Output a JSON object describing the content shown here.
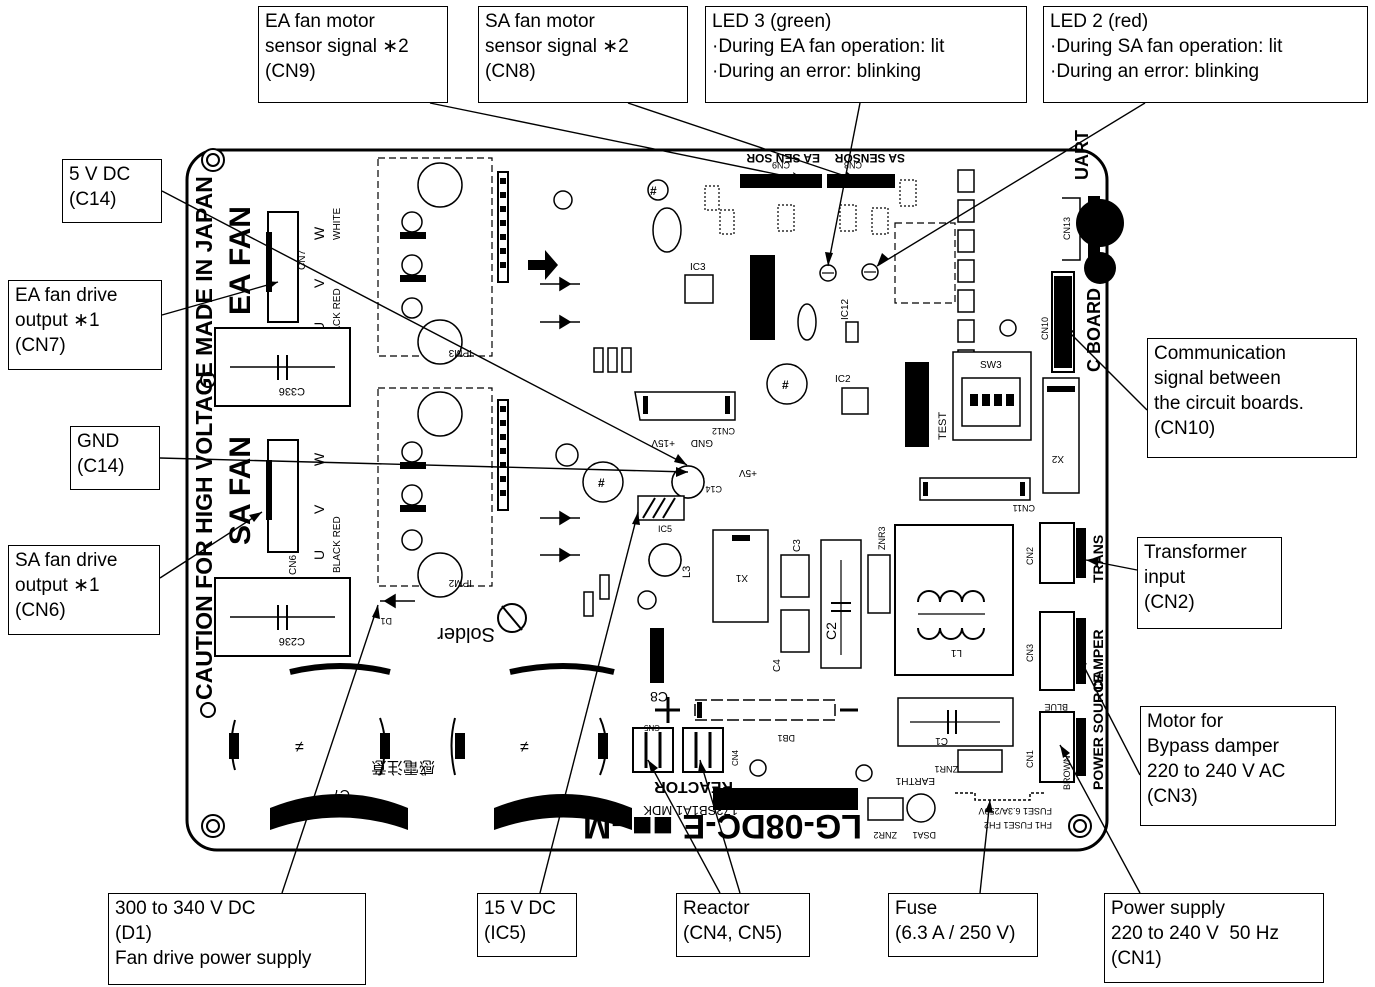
{
  "callouts": {
    "ea_sensor": [
      "EA fan motor",
      "sensor signal ∗2",
      "(CN9)"
    ],
    "sa_sensor": [
      "SA fan motor",
      "sensor signal ∗2",
      "(CN8)"
    ],
    "led3": [
      "LED 3 (green)",
      "·During EA fan operation: lit",
      "·During an error: blinking"
    ],
    "led2": [
      "LED 2 (red)",
      "·During SA fan operation: lit",
      "·During an error: blinking"
    ],
    "v5": [
      "5 V DC",
      "(C14)"
    ],
    "ea_drive": [
      "EA fan drive",
      "output ∗1",
      "(CN7)"
    ],
    "gnd": [
      "GND",
      "(C14)"
    ],
    "sa_drive": [
      "SA fan drive",
      "output ∗1",
      "(CN6)"
    ],
    "comm": [
      "Communication",
      "signal between",
      "the circuit boards.",
      "(CN10)"
    ],
    "trans": [
      "Transformer",
      "input",
      "(CN2)"
    ],
    "motor": [
      "Motor for",
      "Bypass damper",
      "220 to 240 V AC",
      "(CN3)"
    ],
    "v300": [
      "300 to 340 V DC",
      "(D1)",
      "Fan drive power supply"
    ],
    "v15": [
      "15 V DC",
      "(IC5)"
    ],
    "reactor": [
      "Reactor",
      "(CN4, CN5)"
    ],
    "fuse": [
      "Fuse",
      "(6.3 A / 250 V)"
    ],
    "power": [
      "Power supply",
      "220 to 240 V  50 Hz",
      "(CN1)"
    ]
  },
  "board": {
    "edge_left": "CAUTION FOR HIGH VOLTAGE  MADE IN JAPAN",
    "ea_fan": "EA FAN",
    "sa_fan": "SA FAN",
    "model": "LG-08DC-E ■■ -M",
    "part_no": "173SB1A1 MDK",
    "solder": "Solder",
    "c_board": "C BOARD",
    "uart": "UART",
    "trans": "TRANS",
    "damper": "DAMPER",
    "power_source": "POWER SOURCE",
    "sa_sensor": "SA SENSOR",
    "ea_sen_sor": "EA SEN SOR",
    "test": "TEST",
    "earth": "EARTH1",
    "warning": "感電注意",
    "ic3": "IC3",
    "ic2": "IC2",
    "ic12": "IC12",
    "ic5": "IC5",
    "c336": "C336",
    "c236": "C236",
    "c7": "C7",
    "c8": "C8",
    "c1": "C1",
    "c2": "C2",
    "c3": "C3",
    "c4": "C4",
    "l1": "L1",
    "l3": "L3",
    "x1": "X1",
    "x2": "X2",
    "sw3": "SW3",
    "cn1": "CN1",
    "cn2": "CN2",
    "cn3": "CN3",
    "cn4": "CN4",
    "cn5": "CN5",
    "cn6": "CN6",
    "cn7": "CN7",
    "cn8": "CN8",
    "cn9": "CN9",
    "cn10": "CN10",
    "cn11": "CN11",
    "cn12": "CN12",
    "cn13": "CN13",
    "ipm2": "IPM2",
    "ipm3": "IPM3",
    "db1": "DB1",
    "d1": "D1",
    "znr1": "ZNR1",
    "znr2": "ZNR2",
    "znr3": "ZNR3",
    "dsa1": "DSA1",
    "fuse_label": "FUSE1  6.3A/250V",
    "fh_label": "FH1  FUSE1  FH2",
    "wire_u": "U",
    "wire_v": "V",
    "wire_w": "W",
    "black_red": "BLACK RED",
    "white": "WHITE",
    "blue": "BLUE",
    "brown": "BROWN",
    "plus15": "+15V",
    "plus5": "+5V",
    "gnd": "GND",
    "c14": "C14"
  }
}
